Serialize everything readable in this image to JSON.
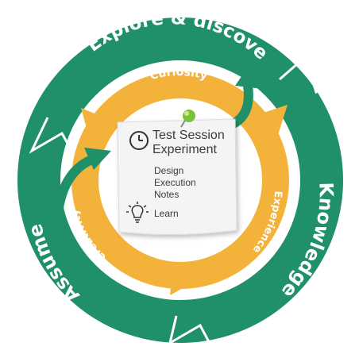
{
  "cycle": {
    "outer_labels": {
      "explore": "Explore & discover",
      "knowledge": "Knowledge",
      "assume": "Assume"
    },
    "inner_labels": {
      "curiosity": "Curiosity",
      "experience": "Experience",
      "creativity": "Creativity"
    }
  },
  "note": {
    "title_line1": "Test Session",
    "title_line2": "Experiment",
    "items": [
      "Design",
      "Execution",
      "Notes"
    ],
    "learn": "Learn"
  },
  "colors": {
    "outer_ring": "#1f9068",
    "inner_ring": "#f3b23a",
    "arrow": "#1f9068",
    "pin": "#7cc13a"
  },
  "icons": {
    "clock": "clock-icon",
    "lightbulb": "lightbulb-icon",
    "pin": "pushpin-icon"
  }
}
